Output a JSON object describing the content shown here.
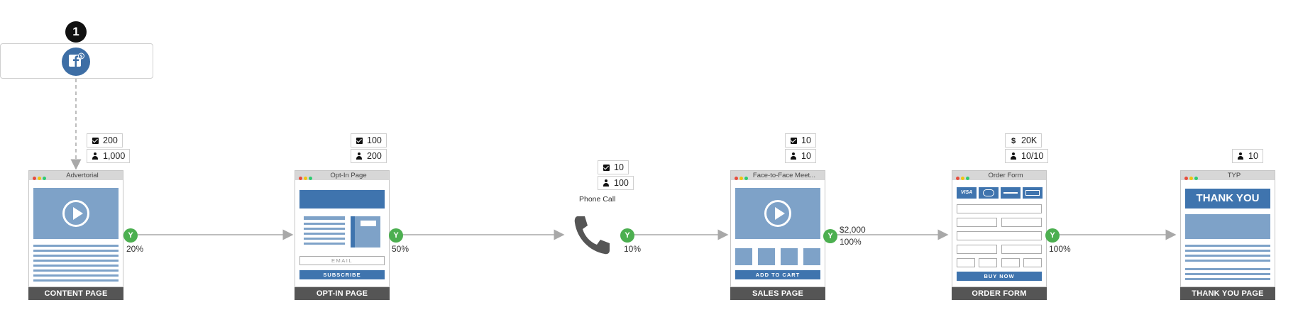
{
  "traffic_source": {
    "step_number": "1",
    "icon": "facebook-ads-icon"
  },
  "nodes": [
    {
      "title": "Advertorial",
      "footer": "CONTENT PAGE",
      "stats": {
        "actions": "200",
        "people": "1,000"
      },
      "conversion": "20%"
    },
    {
      "title": "Opt-In Page",
      "footer": "OPT-IN PAGE",
      "stats": {
        "actions": "100",
        "people": "200"
      },
      "conversion": "50%",
      "email_placeholder": "EMAIL",
      "button": "SUBSCRIBE"
    },
    {
      "title": "Phone Call",
      "stats": {
        "actions": "10",
        "people": "100"
      },
      "conversion": "10%"
    },
    {
      "title": "Face-to-Face Meet...",
      "footer": "SALES PAGE",
      "stats": {
        "actions": "10",
        "people": "10"
      },
      "revenue": "$2,000",
      "conversion": "100%",
      "button": "ADD TO CART"
    },
    {
      "title": "Order Form",
      "footer": "ORDER FORM",
      "stats": {
        "revenue": "20K",
        "people": "10/10"
      },
      "conversion": "100%",
      "button": "BUY NOW",
      "cards": [
        "VISA",
        "MC",
        "DISCOVER",
        "AMEX"
      ]
    },
    {
      "title": "TYP",
      "footer": "THANK YOU PAGE",
      "stats": {
        "people": "10"
      },
      "banner": "THANK YOU"
    }
  ],
  "yes_label": "Y",
  "currency_symbol": "$",
  "colors": {
    "accent": "#3f74ae",
    "light_accent": "#7ea2c8",
    "yes_green": "#4caf50",
    "footer": "#555555",
    "connector": "#a8a8a8"
  }
}
